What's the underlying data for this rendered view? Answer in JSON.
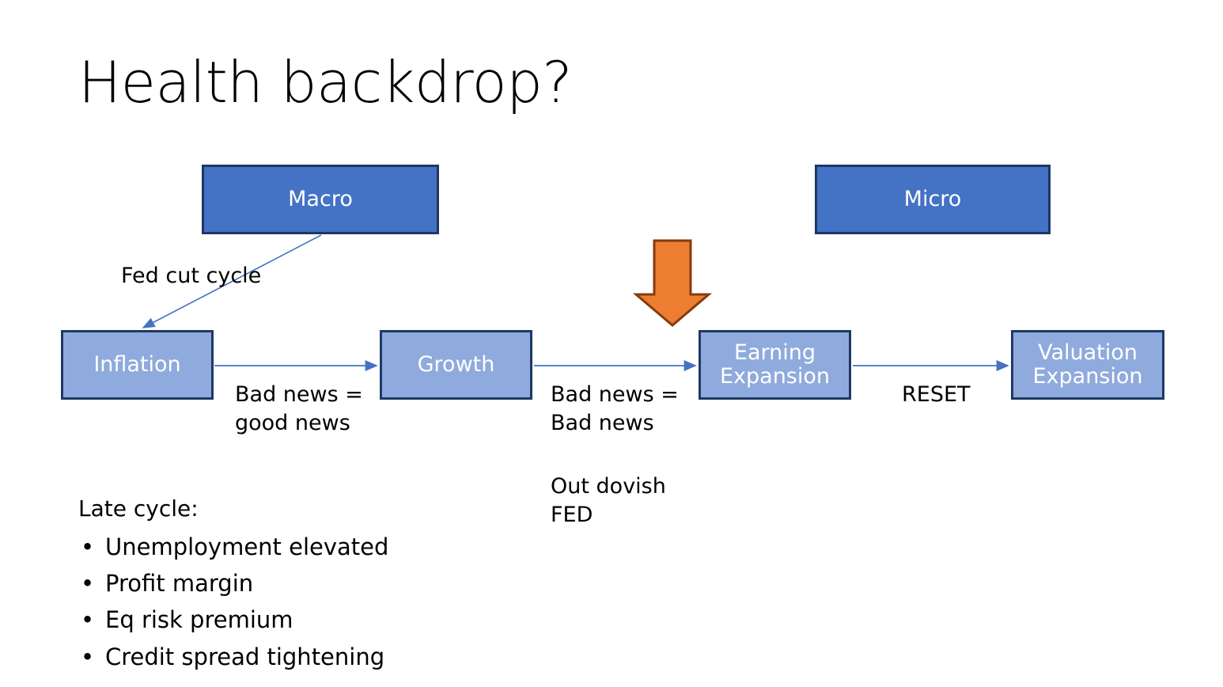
{
  "slide": {
    "title": "Health backdrop?",
    "background_color": "#FFFFFF"
  },
  "palette": {
    "header_box_fill": "#4472C4",
    "header_box_border": "#1F3864",
    "stage_box_fill": "#8FAADC",
    "stage_box_border": "#1F3864",
    "box_text": "#FFFFFF",
    "connector_blue": "#4472C4",
    "orange_arrow_fill": "#ED7D31",
    "orange_arrow_border": "#843C0C",
    "body_text": "#000000"
  },
  "headers": {
    "macro": "Macro",
    "micro": "Micro"
  },
  "stages": {
    "inflation": "Inflation",
    "growth": "Growth",
    "earning_expansion": "Earning\nExpansion",
    "valuation_expansion": "Valuation\nExpansion"
  },
  "edge_labels": {
    "fed_cut_cycle": "Fed cut cycle",
    "bad_news_good_news": "Bad news =\ngood news",
    "bad_news_bad_news": "Bad news =\nBad news",
    "out_dovish_fed": "Out dovish\nFED",
    "reset": "RESET"
  },
  "icons": {
    "orange_down_arrow": "down-arrow-icon"
  },
  "late_cycle": {
    "heading": "Late cycle:",
    "bullet_glyph": "•",
    "items": [
      "Unemployment elevated",
      "Profit margin",
      "Eq risk premium",
      "Credit spread tightening"
    ]
  }
}
